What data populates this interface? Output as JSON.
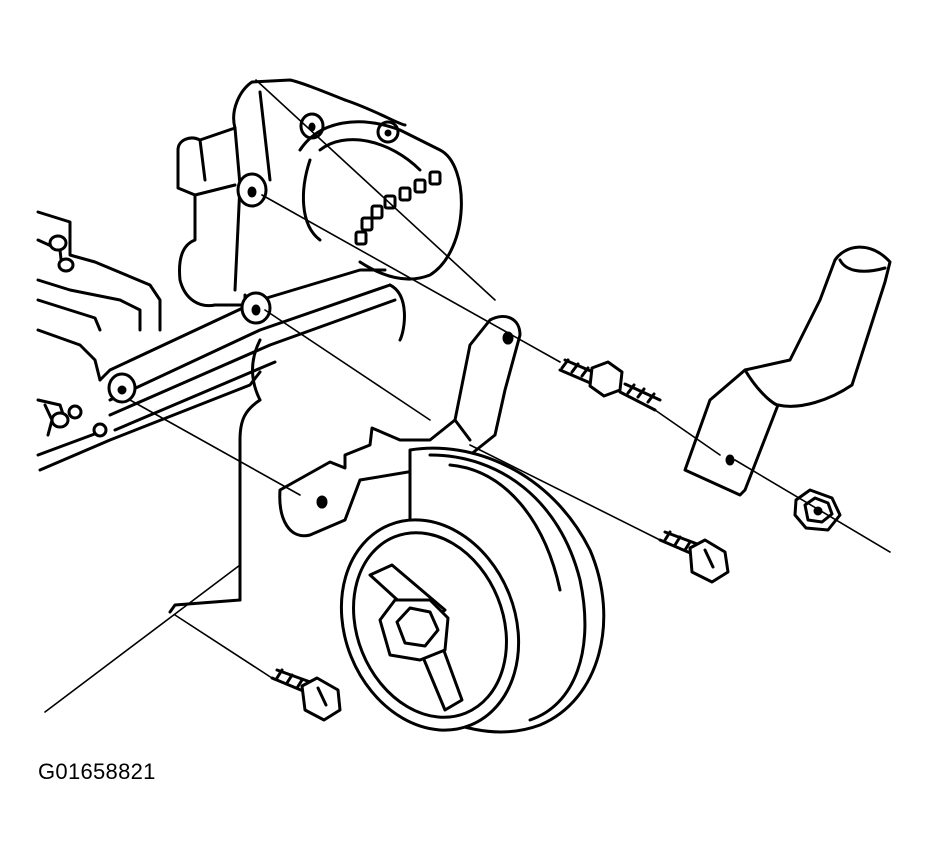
{
  "figure": {
    "id_label": "G01658821"
  },
  "colors": {
    "ink": "#000000",
    "paper": "#ffffff"
  },
  "parts": [
    "engine-block",
    "rocker-cover",
    "generator-pump",
    "tensioner-bracket",
    "pulley",
    "stud-bolt",
    "upper-bolt",
    "lower-bolt",
    "support-brace",
    "flange-nut"
  ]
}
